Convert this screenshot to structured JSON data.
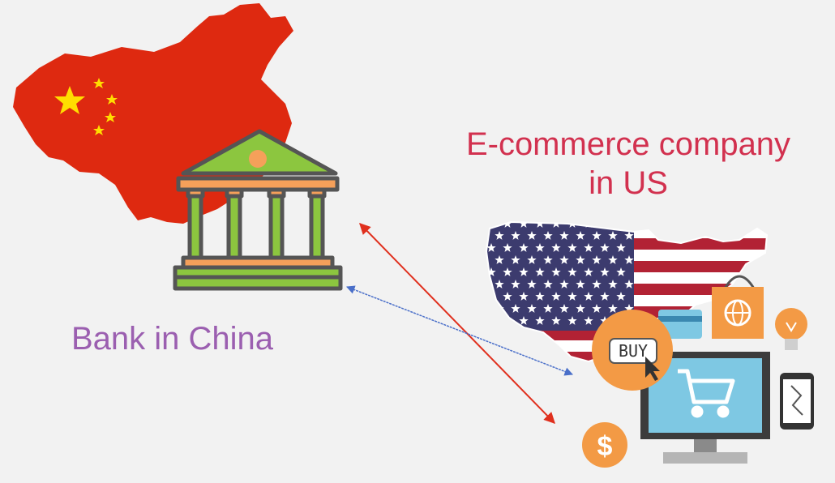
{
  "bank_label": "Bank in China",
  "ecommerce_label_line1": "E-commerce company",
  "ecommerce_label_line2": "in US",
  "buy_button_text": "BUY",
  "dollar_symbol": "$",
  "colors": {
    "background": "#f2f2f2",
    "china_red": "#de2910",
    "star_yellow": "#ffde00",
    "bank_green": "#8cc63f",
    "bank_orange": "#f5a05a",
    "bank_outline": "#555555",
    "us_blue": "#3c3b6e",
    "us_red": "#b22234",
    "bank_label": "#9b5fb0",
    "ecommerce_label": "#d2314f",
    "red_arrow": "#e0301e",
    "blue_arrow": "#4a6fc9",
    "monitor_screen": "#7ec8e3",
    "orange_icon": "#f39a45"
  },
  "icons": [
    "china-map-icon",
    "bank-building-icon",
    "us-map-icon",
    "shopping-bag-icon",
    "credit-card-icon",
    "buy-button-icon",
    "lightbulb-icon",
    "computer-monitor-icon",
    "shopping-cart-icon",
    "smartphone-icon",
    "dollar-coin-icon"
  ]
}
